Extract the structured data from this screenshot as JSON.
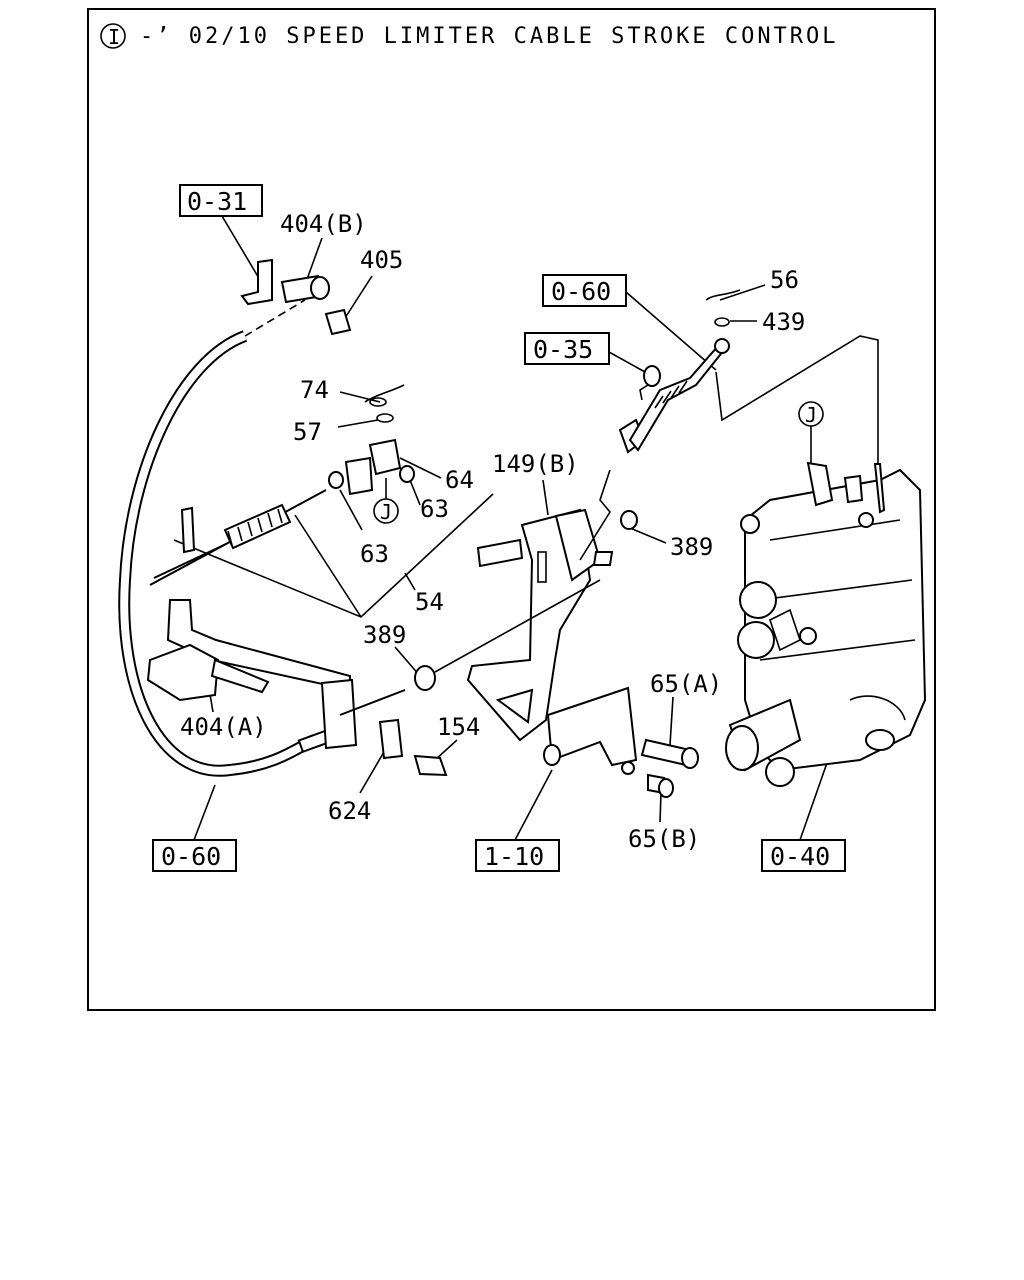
{
  "header": {
    "circle_marker": "I",
    "title": "-’ 02/10 SPEED LIMITER CABLE STROKE CONTROL"
  },
  "ref_boxes": {
    "b031": "0-31",
    "b060_top": "0-60",
    "b035": "0-35",
    "b060_bottom": "0-60",
    "b110": "1-10",
    "b040": "0-40"
  },
  "part_labels": {
    "p404b": "404(B)",
    "p405": "405",
    "p56": "56",
    "p439": "439",
    "p74": "74",
    "p57": "57",
    "p64": "64",
    "p63a": "63",
    "p63b": "63",
    "p54": "54",
    "p149b": "149(B)",
    "p389a": "389",
    "p389b": "389",
    "p65a": "65(A)",
    "p154": "154",
    "p404a": "404(A)",
    "p624": "624",
    "p65b": "65(B)"
  },
  "callouts": {
    "j1": "J",
    "j2": "J"
  }
}
